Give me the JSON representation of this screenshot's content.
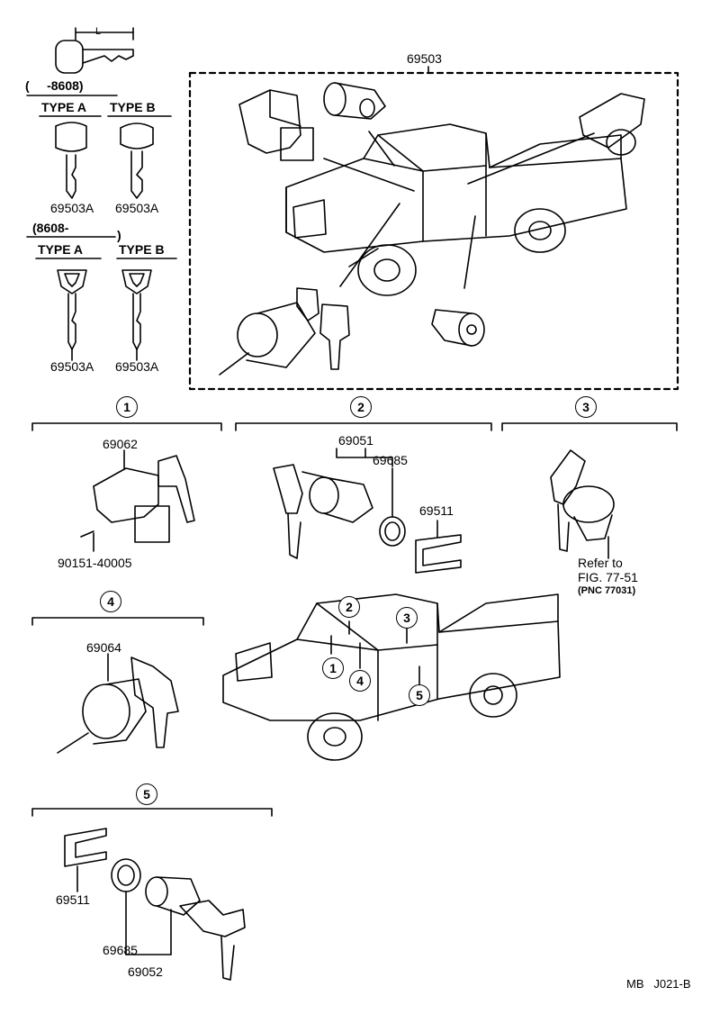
{
  "keys_panel": {
    "dimension": "L",
    "range_old": "(     -8608)",
    "range_new": "(8608-",
    "range_new_close": ")",
    "type_a": "TYPE  A",
    "type_b": "TYPE  B",
    "key_part": "69503A"
  },
  "main_set": {
    "part": "69503"
  },
  "groups": {
    "g1": {
      "num": "1",
      "part": "69062",
      "screw": "90151-40005"
    },
    "g2": {
      "num": "2",
      "part_set": "69051",
      "part_ring": "69685",
      "part_clip": "69511"
    },
    "g3": {
      "num": "3",
      "ref1": "Refer to",
      "ref2": "FIG. 77-51",
      "ref3": "(PNC 77031)"
    },
    "g4": {
      "num": "4",
      "part": "69064"
    },
    "g5": {
      "num": "5",
      "part_clip": "69511",
      "part_ring": "69685",
      "part_set": "69052"
    }
  },
  "truck_callouts": [
    "1",
    "2",
    "3",
    "4",
    "5"
  ],
  "footer": {
    "code": "MB   J021-B"
  }
}
